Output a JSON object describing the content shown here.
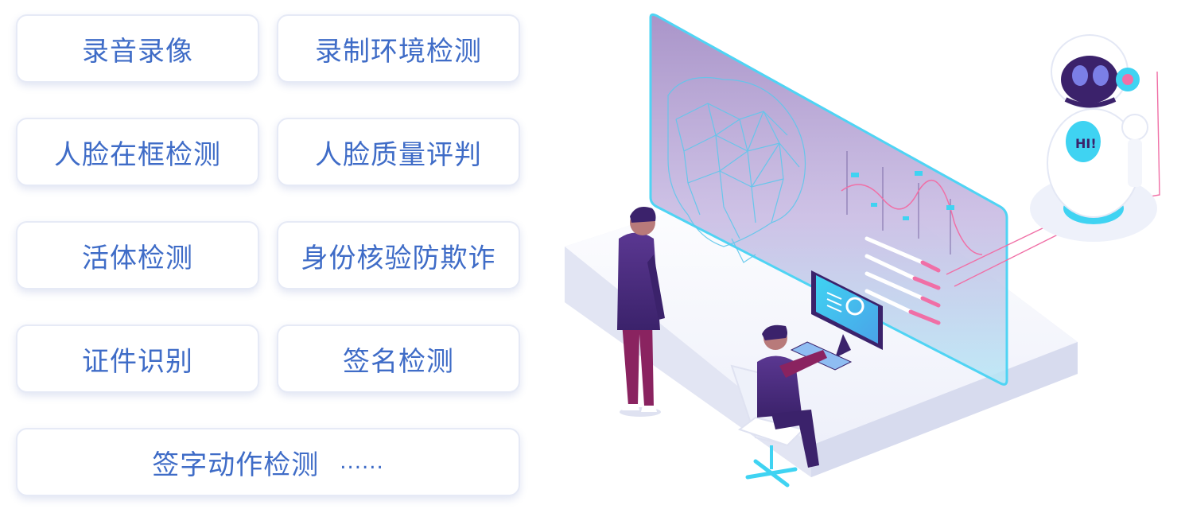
{
  "features": [
    {
      "label": "录音录像"
    },
    {
      "label": "录制环境检测"
    },
    {
      "label": "人脸在框检测"
    },
    {
      "label": "人脸质量评判"
    },
    {
      "label": "活体检测"
    },
    {
      "label": "身份核验防欺诈"
    },
    {
      "label": "证件识别"
    },
    {
      "label": "签名检测"
    },
    {
      "label": "签字动作检测",
      "suffix": "......"
    }
  ],
  "illustration": {
    "robot_badge": "HI!",
    "colors": {
      "accent_blue": "#3f6cc7",
      "panel_cyan": "#3fd3f2",
      "person_purple": "#4a2a7e",
      "pants_magenta": "#8a2360",
      "chart_pink": "#f06fa6"
    }
  }
}
